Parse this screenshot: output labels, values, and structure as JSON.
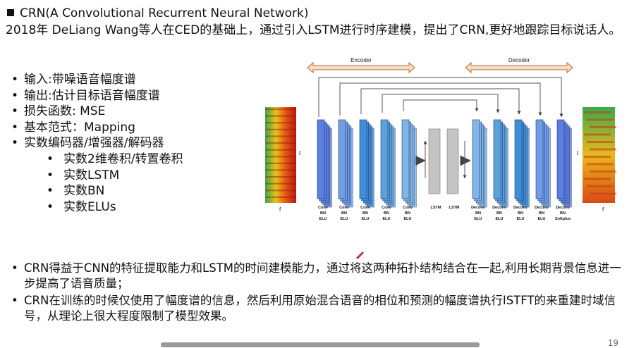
{
  "slide": {
    "title": "CRN(A Convolutional Recurrent Neural Network)",
    "intro": "2018年 DeLiang Wang等人在CED的基础上，通过引入LSTM进行时序建模，提出了CRN,更好地跟踪目标说话人。",
    "features": [
      {
        "text": "输入:带噪语音幅度谱",
        "level": 1
      },
      {
        "text": "输出:估计目标语音幅度谱",
        "level": 1
      },
      {
        "text": "损失函数: MSE",
        "level": 1
      },
      {
        "text": "基本范式：Mapping",
        "level": 1
      },
      {
        "text": "实数编码器/增强器/解码器",
        "level": 1
      },
      {
        "text": "实数2维卷积/转置卷积",
        "level": 2
      },
      {
        "text": "实数LSTM",
        "level": 2
      },
      {
        "text": "实数BN",
        "level": 2
      },
      {
        "text": "实数ELUs",
        "level": 2
      }
    ],
    "notes": [
      "CRN得益于CNN的特征提取能力和LSTM的时间建模能力，通过将这两种拓扑结构结合在一起,利用长期背景信息进一步提高了语音质量；",
      "CRN在训练的时候仅使用了幅度谱的信息，然后利用原始混合语音的相位和预测的幅度谱执行ISTFT的来重建时域信号，从理论上很大程度限制了模型效果。"
    ],
    "page_number": "19"
  },
  "diagram": {
    "encoder_label": "Encoder",
    "decoder_label": "Decoder",
    "axis_f": "f",
    "axis_t": "t",
    "blocks": [
      {
        "label": [
          "Conv",
          "BN",
          "ELU"
        ],
        "color": "#5b7fe0"
      },
      {
        "label": [
          "Conv",
          "BN",
          "ELU"
        ],
        "color": "#6f9ee6"
      },
      {
        "label": [
          "Conv",
          "BN",
          "ELU"
        ],
        "color": "#3f8fd6"
      },
      {
        "label": [
          "Conv",
          "BN",
          "ELU"
        ],
        "color": "#5aa2dc"
      },
      {
        "label": [
          "Conv",
          "BN",
          "ELU"
        ],
        "color": "#7fb6e6"
      },
      {
        "label": [
          "LSTM"
        ],
        "color": "#c4c4c4"
      },
      {
        "label": [
          "LSTM"
        ],
        "color": "#c4c4c4"
      },
      {
        "label": [
          "Deconv",
          "BN",
          "ELU"
        ],
        "color": "#7fb6e6"
      },
      {
        "label": [
          "Deconv",
          "BN",
          "ELU"
        ],
        "color": "#5aa2dc"
      },
      {
        "label": [
          "Deconv",
          "BN",
          "ELU"
        ],
        "color": "#3f8fd6"
      },
      {
        "label": [
          "Deconv",
          "BN",
          "ELU"
        ],
        "color": "#6f9ee6"
      },
      {
        "label": [
          "Deconv",
          "BN",
          "Softplus"
        ],
        "color": "#5b7fe0"
      }
    ]
  }
}
